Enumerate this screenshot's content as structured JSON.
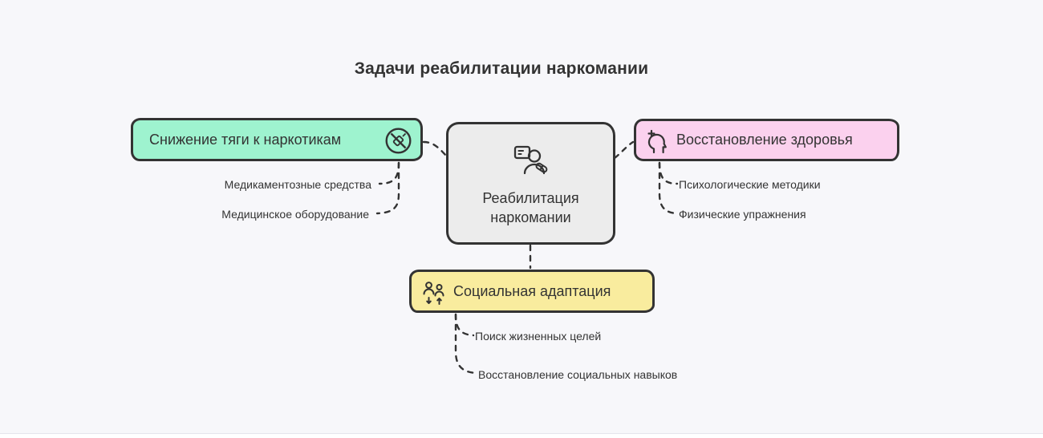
{
  "title": "Задачи реабилитации наркомании",
  "colors": {
    "background": "#f7f7fa",
    "border": "#333333",
    "text": "#333333",
    "center_fill": "#ececec",
    "left_fill": "#9ef3cf",
    "right_fill": "#fbd1ee",
    "bottom_fill": "#f9ec9e"
  },
  "center": {
    "label": "Реабилитация наркомании",
    "icon": "patient-prescription-icon"
  },
  "branches": {
    "left": {
      "label": "Снижение тяги к наркотикам",
      "icon": "no-drugs-icon",
      "children": [
        "Медикаментозные средства",
        "Медицинское оборудование"
      ]
    },
    "right": {
      "label": "Восстановление здоровья",
      "icon": "mental-health-icon",
      "children": [
        "Психологические методики",
        "Физические упражнения"
      ]
    },
    "bottom": {
      "label": "Социальная адаптация",
      "icon": "social-people-icon",
      "children": [
        "Поиск жизненных целей",
        "Восстановление социальных навыков"
      ]
    }
  }
}
